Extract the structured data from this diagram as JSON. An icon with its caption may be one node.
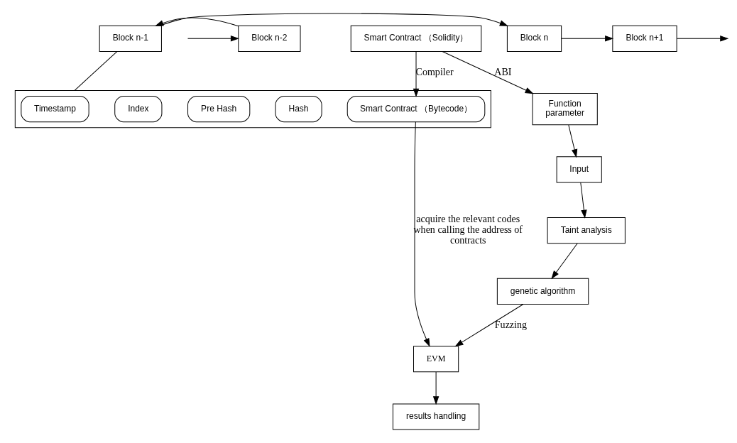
{
  "diagram": {
    "nodes": [
      {
        "text": [
          "Block n-2"
        ]
      },
      {
        "text": [
          "Block n-1"
        ]
      },
      {
        "text": [
          "Block n"
        ]
      },
      {
        "text": [
          "Block n+1"
        ]
      },
      {
        "text": [],
        "shape": "box"
      },
      {
        "text": [
          "Timestamp"
        ],
        "in": 4
      },
      {
        "text": [
          "Hash"
        ],
        "in": 4
      },
      {
        "text": [
          "Pre Hash"
        ],
        "in": 4
      },
      {
        "text": [
          "Index"
        ],
        "in": 4
      },
      {
        "text": [
          "Smart Contract （Bytecode）"
        ],
        "in": 4
      },
      {
        "text": [
          "Smart Contract （Solidity）"
        ]
      },
      {
        "text": [
          "Function",
          "parameter"
        ]
      },
      {
        "text": [
          "Input"
        ]
      },
      {
        "text": [
          "Taint analysis"
        ]
      },
      {
        "text": [
          "genetic algorithm"
        ]
      },
      {
        "text": [
          "EVM"
        ]
      },
      {
        "text": [
          "results handling"
        ]
      }
    ],
    "edges": [
      {
        "from": null,
        "to": 0,
        "arrow": "to"
      },
      {
        "from": 0,
        "to": 1,
        "arrow": "to"
      },
      {
        "from": 1,
        "to": 2,
        "arrow": "to"
      },
      {
        "from": 2,
        "to": 3,
        "arrow": "to"
      },
      {
        "from": 3,
        "to": null,
        "arrow": "to"
      },
      {
        "from": 1,
        "to": 4,
        "arrow": "none"
      },
      {
        "from": 10,
        "to": 9,
        "arrow": "to",
        "label": "Compiler"
      },
      {
        "from": 9,
        "to": 15,
        "arrow": "to",
        "label": "acquire the relevant codes when calling the address of contracts"
      },
      {
        "from": 15,
        "to": 16,
        "arrow": "to"
      },
      {
        "from": 10,
        "to": 11,
        "arrow": "to",
        "label": "ABI"
      },
      {
        "from": 11,
        "to": 12,
        "arrow": "to"
      },
      {
        "from": 12,
        "to": 13,
        "arrow": "to"
      },
      {
        "from": 13,
        "to": 14,
        "arrow": "to"
      },
      {
        "from": 14,
        "to": 15,
        "arrow": "to",
        "label": "Fuzzing"
      }
    ]
  }
}
